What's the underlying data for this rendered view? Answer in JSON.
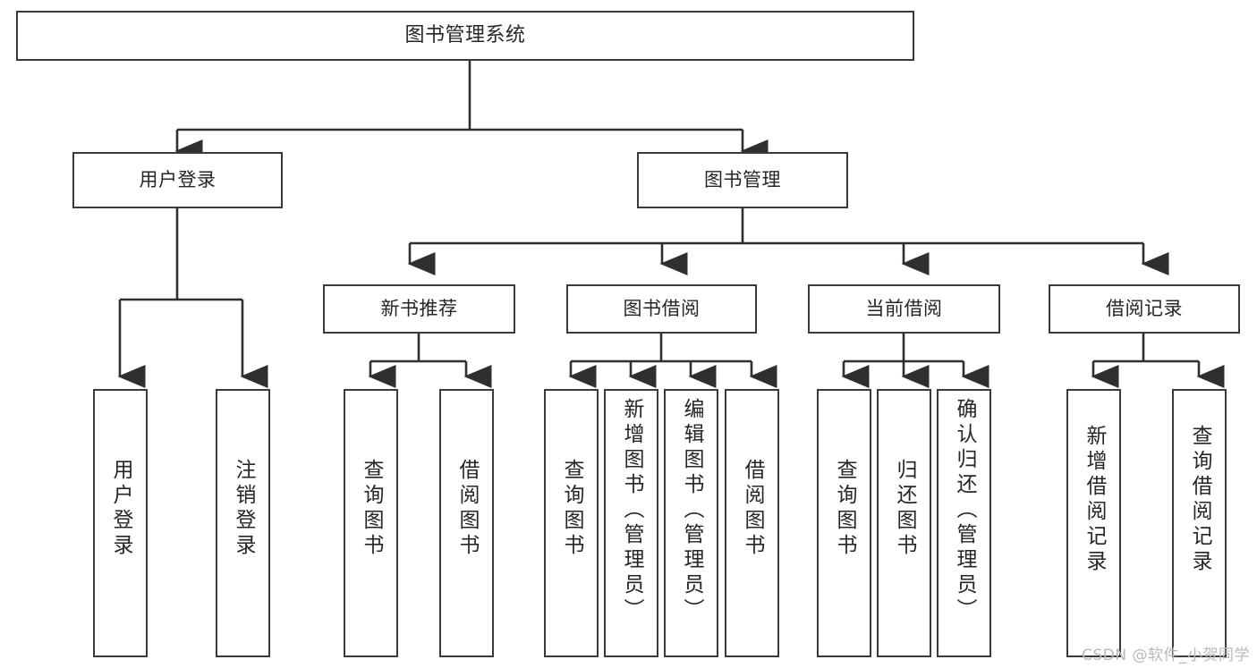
{
  "diagram": {
    "type": "tree",
    "title": "图书管理系统",
    "watermark": "CSDN @软件_小贺同学",
    "line_color": "#3a3a3a",
    "text_color": "#262626",
    "background": "#ffffff",
    "watermark_color": "#b9b9b9"
  },
  "nodes": {
    "root": {
      "label": "图书管理系统"
    },
    "level1": [
      {
        "label": "用户登录"
      },
      {
        "label": "图书管理"
      }
    ],
    "level2": [
      {
        "label": "新书推荐"
      },
      {
        "label": "图书借阅"
      },
      {
        "label": "当前借阅"
      },
      {
        "label": "借阅记录"
      }
    ],
    "leaves": {
      "user_login": [
        {
          "label": "用户登录"
        },
        {
          "label": "注销登录"
        }
      ],
      "new_book_recommend": [
        {
          "label": "查询图书"
        },
        {
          "label": "借阅图书"
        }
      ],
      "book_borrow": [
        {
          "label": "查询图书"
        },
        {
          "label": "新增图书（管理员）"
        },
        {
          "label": "编辑图书（管理员）"
        },
        {
          "label": "借阅图书"
        }
      ],
      "current_borrow": [
        {
          "label": "查询图书"
        },
        {
          "label": "归还图书"
        },
        {
          "label": "确认归还（管理员）"
        }
      ],
      "borrow_record": [
        {
          "label": "新增借阅记录"
        },
        {
          "label": "查询借阅记录"
        }
      ]
    }
  }
}
